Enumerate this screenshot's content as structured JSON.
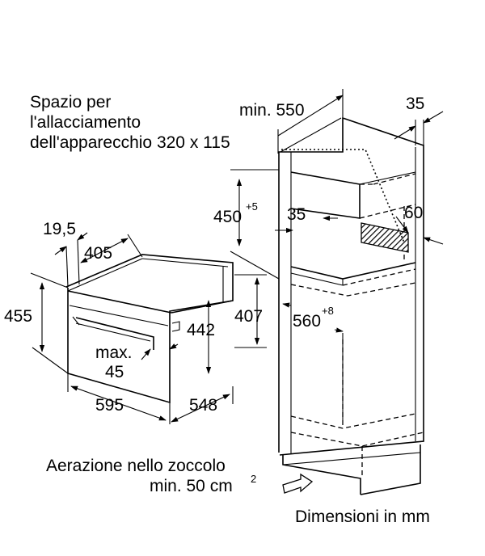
{
  "connection_space": {
    "line1": "Spazio per",
    "line2": "l'allacciamento",
    "line3": "dell'apparecchio 320 x 115"
  },
  "dimensions": {
    "min_550": "min. 550",
    "d35_top": "35",
    "d450": "450",
    "d450_sup": "+5",
    "d35_mid": "35",
    "d60": "60",
    "d19_5": "19,5",
    "d405": "405",
    "d455": "455",
    "d407": "407",
    "d442": "442",
    "max_label": "max.",
    "max_value": "45",
    "d560": "560",
    "d560_sup": "+8",
    "d595": "595",
    "d548": "548"
  },
  "ventilation": {
    "line1": "Aerazione nello zoccolo",
    "line2": "min. 50 cm",
    "line2_sup": "2"
  },
  "units_note": "Dimensioni in mm"
}
